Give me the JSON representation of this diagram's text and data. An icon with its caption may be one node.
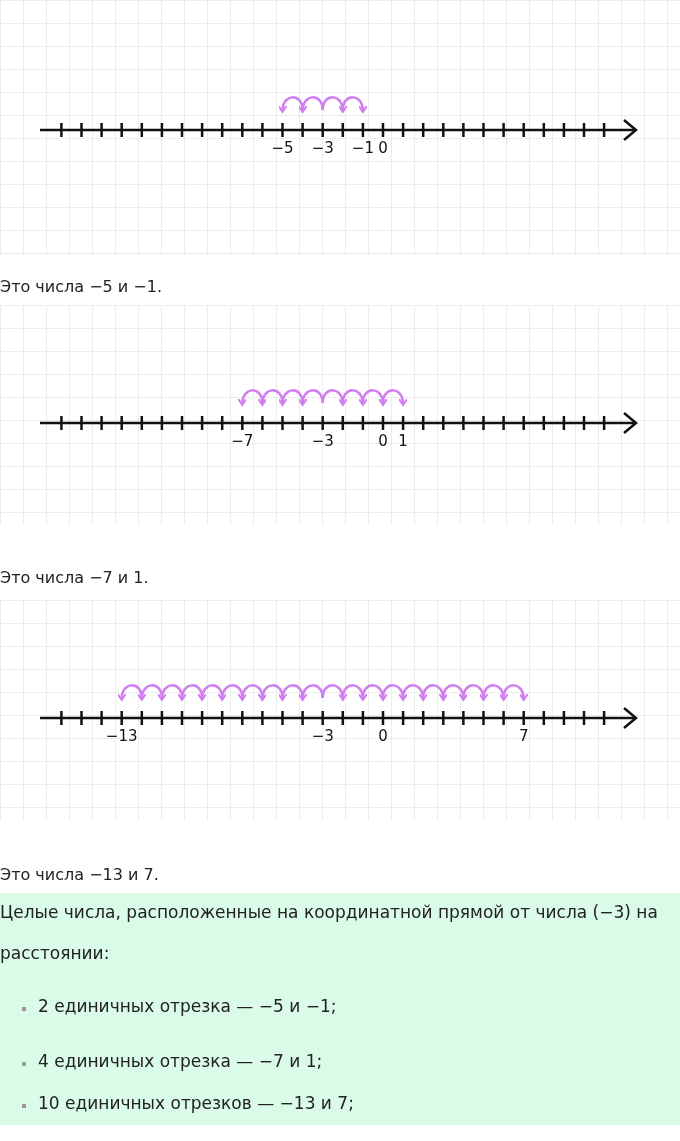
{
  "diagram": {
    "labels": [
      "−5",
      "−3",
      "−1",
      "0",
      "Это числа −5 и −1.",
      "−7",
      "−3",
      "0",
      "1",
      "Это числа −7 и 1.",
      "−13",
      "−3",
      "0",
      "7",
      "Это числа −13 и 7.",
      "Целые числа, расположенные на координатной прямой от числа (−3) на расстоянии:",
      "2 единичных отрезка — −5 и −1;",
      "4 единичных отрезка — −7 и 1;",
      "10 единичных отрезков — −13 и 7;"
    ]
  }
}
